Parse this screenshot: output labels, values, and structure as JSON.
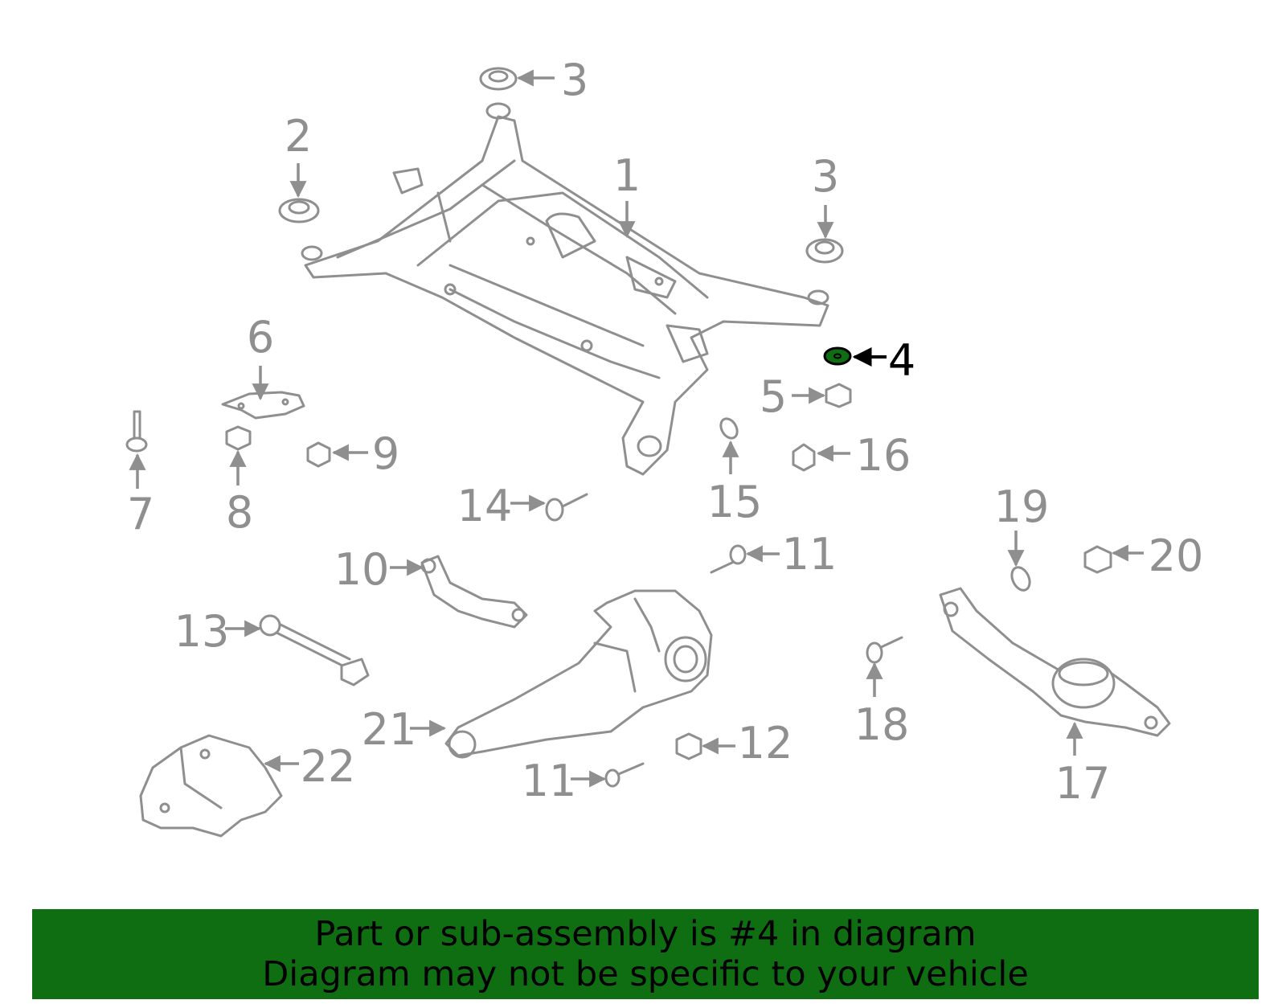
{
  "highlight_color": "#0f6d12",
  "callouts": [
    {
      "id": "c1",
      "label": "1"
    },
    {
      "id": "c2",
      "label": "2"
    },
    {
      "id": "c3a",
      "label": "3"
    },
    {
      "id": "c3b",
      "label": "3"
    },
    {
      "id": "c4",
      "label": "4",
      "highlighted": true
    },
    {
      "id": "c5",
      "label": "5"
    },
    {
      "id": "c6",
      "label": "6"
    },
    {
      "id": "c7",
      "label": "7"
    },
    {
      "id": "c8",
      "label": "8"
    },
    {
      "id": "c9",
      "label": "9"
    },
    {
      "id": "c10",
      "label": "10"
    },
    {
      "id": "c11a",
      "label": "11"
    },
    {
      "id": "c11b",
      "label": "11"
    },
    {
      "id": "c12",
      "label": "12"
    },
    {
      "id": "c13",
      "label": "13"
    },
    {
      "id": "c14",
      "label": "14"
    },
    {
      "id": "c15",
      "label": "15"
    },
    {
      "id": "c16",
      "label": "16"
    },
    {
      "id": "c17",
      "label": "17"
    },
    {
      "id": "c18",
      "label": "18"
    },
    {
      "id": "c19",
      "label": "19"
    },
    {
      "id": "c20",
      "label": "20"
    },
    {
      "id": "c21",
      "label": "21"
    },
    {
      "id": "c22",
      "label": "22"
    }
  ],
  "banner": {
    "line1": "Part or sub-assembly is #4 in diagram",
    "line2": "Diagram may not be specific to your vehicle"
  }
}
